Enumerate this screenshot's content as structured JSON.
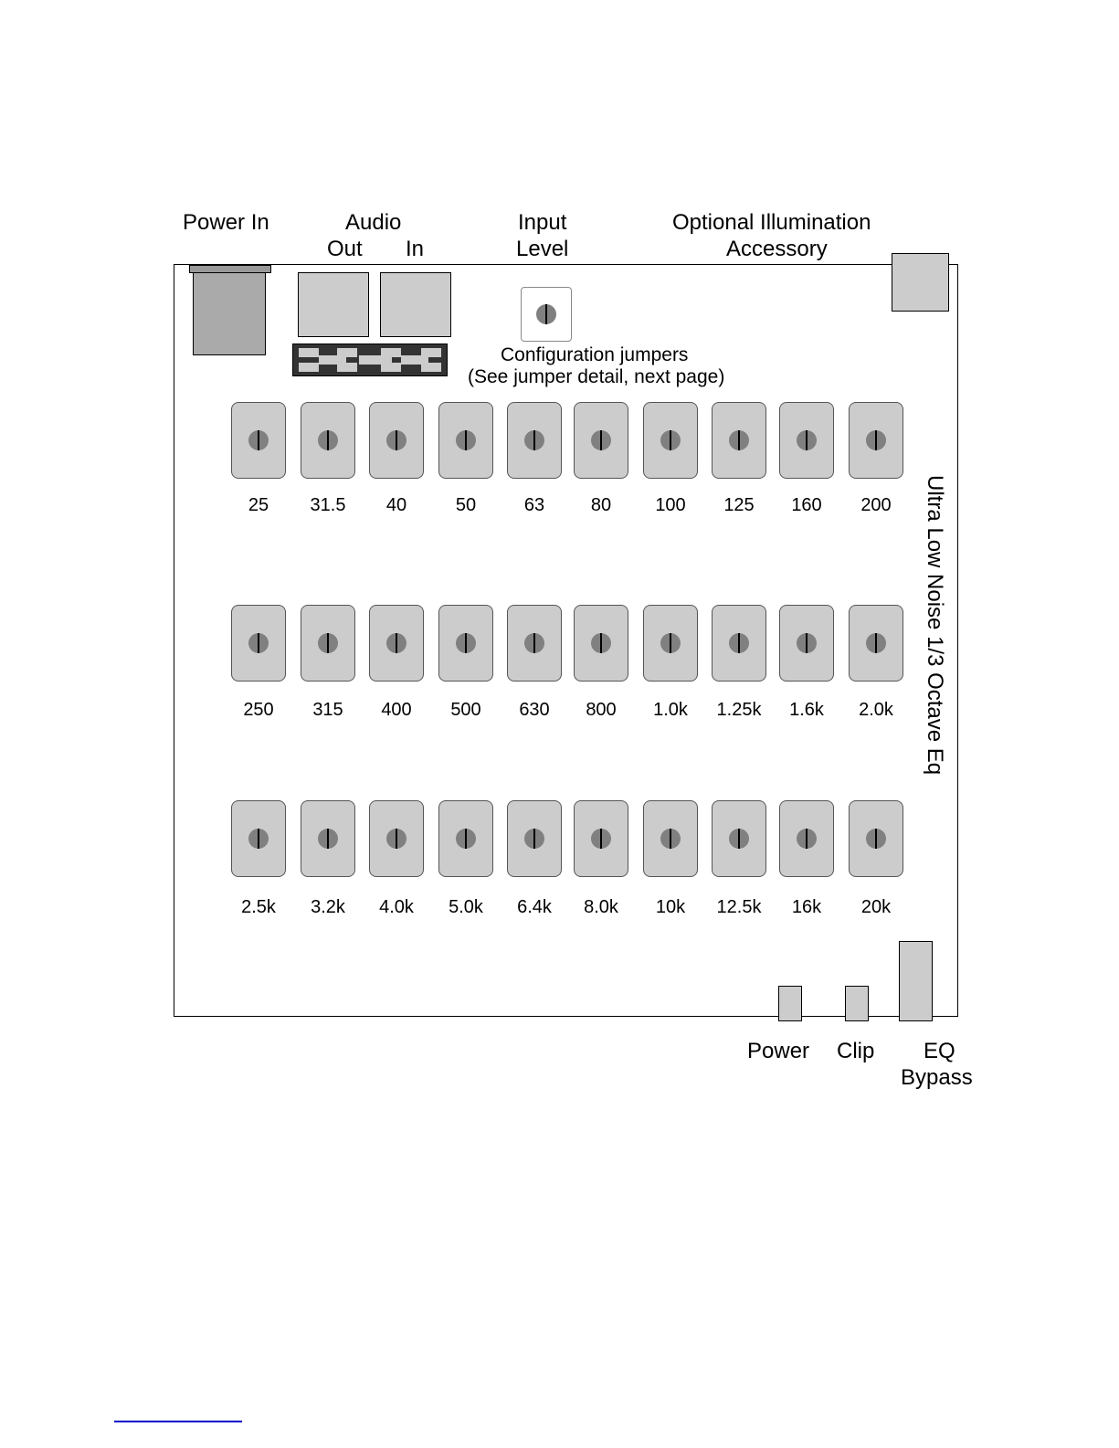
{
  "labels": {
    "power_in": "Power In",
    "audio": "Audio",
    "audio_out": "Out",
    "audio_in": "In",
    "input": "Input",
    "level": "Level",
    "optional_illumination": "Optional Illumination",
    "accessory": "Accessory",
    "config_jumpers": "Configuration jumpers",
    "config_jumpers_note": "(See jumper detail, next page)",
    "device_title": "Ultra Low Noise 1/3 Octave Eq",
    "power": "Power",
    "clip": "Clip",
    "eq": "EQ",
    "bypass": "Bypass"
  },
  "bands": [
    [
      "25",
      "31.5",
      "40",
      "50",
      "63",
      "80",
      "100",
      "125",
      "160",
      "200"
    ],
    [
      "250",
      "315",
      "400",
      "500",
      "630",
      "800",
      "1.0k",
      "1.25k",
      "1.6k",
      "2.0k"
    ],
    [
      "2.5k",
      "3.2k",
      "4.0k",
      "5.0k",
      "6.4k",
      "8.0k",
      "10k",
      "12.5k",
      "16k",
      "20k"
    ]
  ],
  "colors": {
    "component_fill": "#cccccc",
    "dial": "#808080",
    "jumper_block": "#333333"
  }
}
